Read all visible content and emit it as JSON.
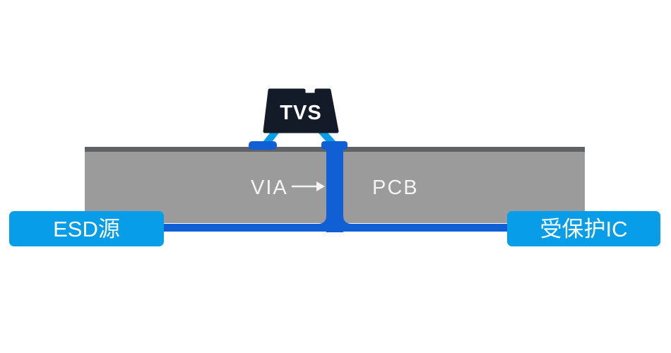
{
  "colors": {
    "light_blue": "#089de8",
    "dark_blue": "#115fd4",
    "tvs_body": "#141b28",
    "pcb_gray": "#9b9b9b",
    "pcb_edge_gray": "#5f6366",
    "label_white": "#f4f4f4",
    "background": "#ffffff"
  },
  "tvs": {
    "label": "TVS"
  },
  "via": {
    "label": "VIA"
  },
  "pcb": {
    "label": "PCB"
  },
  "esd_source": {
    "label": "ESD源"
  },
  "protected_ic": {
    "label": "受保护IC"
  }
}
